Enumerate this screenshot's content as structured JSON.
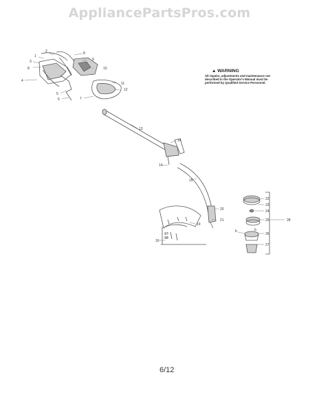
{
  "watermark": "AppliancePartsPros.com",
  "warning": {
    "title": "WARNING",
    "body": "All repairs, adjustments and maintenance not described in the Operator's Manual must be performed by Qualified Service Personnel."
  },
  "page_number": "6/12",
  "callouts": [
    "1",
    "2",
    "3",
    "4",
    "5",
    "6",
    "7",
    "8",
    "9",
    "10",
    "11",
    "12",
    "13",
    "14",
    "14",
    "15",
    "16",
    "17",
    "18",
    "19",
    "20",
    "21",
    "22",
    "23",
    "24",
    "25",
    "26",
    "27",
    "28",
    "b",
    "b"
  ]
}
